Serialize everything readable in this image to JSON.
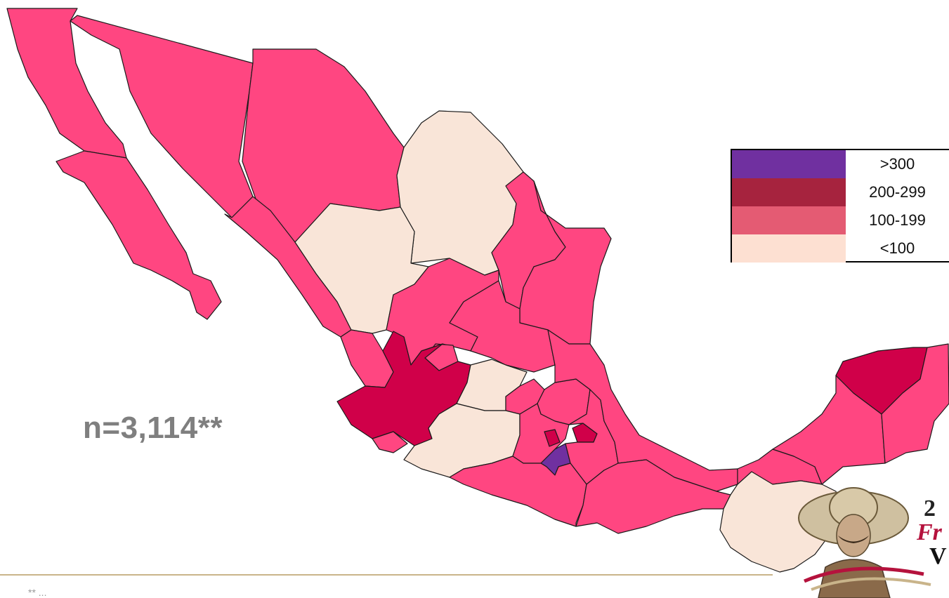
{
  "map": {
    "count_label": "n=3,114**",
    "colors": {
      "gt300": "#7030a0",
      "r200_299": "#d00049",
      "r100_199": "#ff4681",
      "lt100": "#f9e5d8",
      "legend_200_299": "#a6233e",
      "legend_100_199": "#e45b73",
      "legend_lt100": "#fde0d2",
      "rule": "#c9b48a"
    }
  },
  "legend": {
    "items": [
      {
        "label": ">300",
        "color": "#7030a0"
      },
      {
        "label": "200-299",
        "color": "#a6233e"
      },
      {
        "label": "100-199",
        "color": "#e45b73"
      },
      {
        "label": "<100",
        "color": "#fde0d2"
      }
    ]
  },
  "logo": {
    "year": "2",
    "name": "Fr",
    "initial": "V"
  },
  "footnote": "** ..."
}
